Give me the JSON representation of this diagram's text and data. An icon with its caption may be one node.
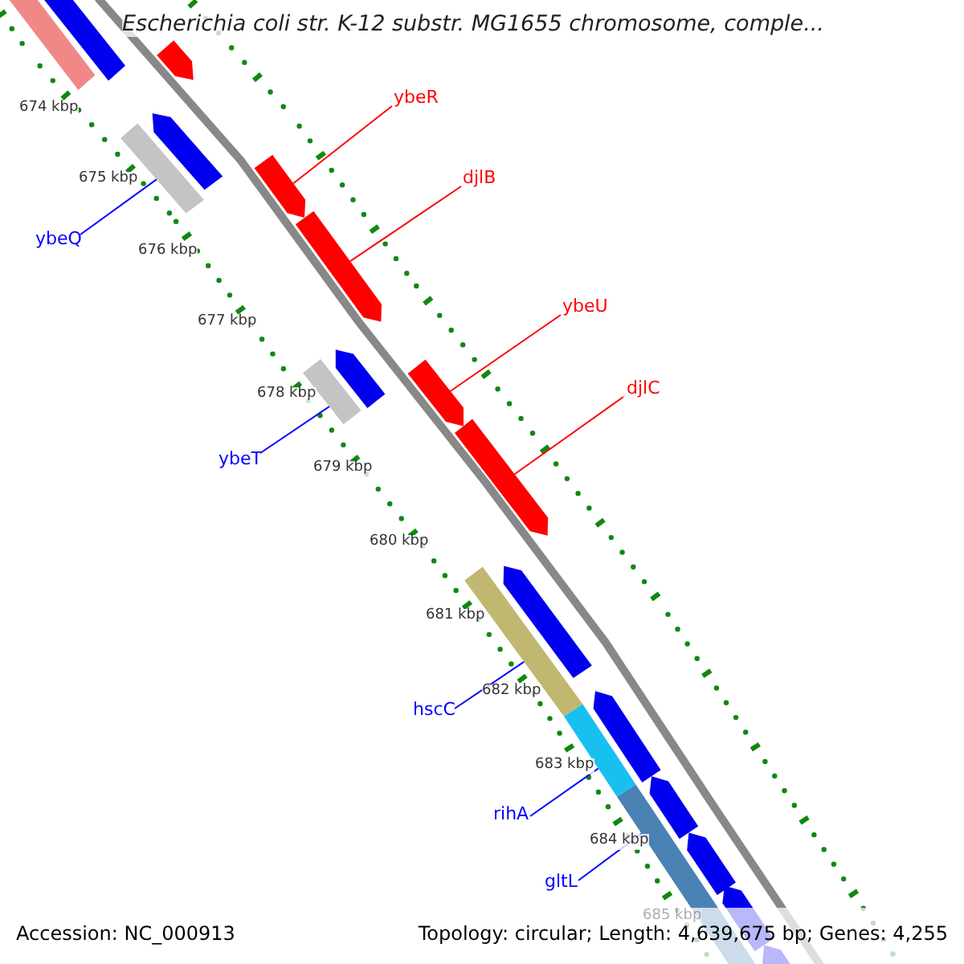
{
  "diagram": {
    "title": "Escherichia coli str. K-12 substr. MG1655 chromosome, comple...",
    "nodes": [
      {
        "text": [
          "ybeR"
        ]
      },
      {
        "text": [
          "djlB"
        ]
      },
      {
        "text": [
          "ybeQ"
        ]
      },
      {
        "text": [
          "ybeU"
        ]
      },
      {
        "text": [
          "djlC"
        ]
      },
      {
        "text": [
          "ybeT"
        ]
      },
      {
        "text": [
          "hscC"
        ]
      },
      {
        "text": [
          "rihA"
        ]
      },
      {
        "text": [
          "gltL"
        ]
      },
      {
        "text": [],
        "shape": "bar"
      },
      {
        "text": [],
        "shape": "bar"
      },
      {
        "text": [],
        "shape": "bar"
      },
      {
        "text": [],
        "shape": "bar"
      },
      {
        "text": [],
        "shape": "bar"
      },
      {
        "text": [],
        "shape": "bar"
      },
      {
        "text": [],
        "shape": "bar"
      },
      {
        "text": [],
        "shape": "bar"
      },
      {
        "text": [],
        "shape": "bar"
      }
    ],
    "edges": [
      {
        "from": 0,
        "to": 9,
        "arrow": "none",
        "color": "#ff0000"
      },
      {
        "from": 1,
        "to": 10,
        "arrow": "none",
        "color": "#ff0000"
      },
      {
        "from": 2,
        "to": 11,
        "arrow": "none"
      },
      {
        "from": 3,
        "to": 12,
        "arrow": "none",
        "color": "#ff0000"
      },
      {
        "from": 4,
        "to": 13,
        "arrow": "none",
        "color": "#ff0000"
      },
      {
        "from": 5,
        "to": 14,
        "arrow": "none"
      },
      {
        "from": 6,
        "to": 15,
        "arrow": "none"
      },
      {
        "from": 7,
        "to": 16,
        "arrow": "none"
      },
      {
        "from": 8,
        "to": 17,
        "arrow": "none"
      }
    ],
    "labels": [
      "674 kbp",
      "675 kbp",
      "676 kbp",
      "677 kbp",
      "678 kbp",
      "679 kbp",
      "680 kbp",
      "681 kbp",
      "682 kbp",
      "683 kbp",
      "684 kbp",
      "685 kbp",
      "Accession: NC_000913",
      "Topology: circular; Length: 4,639,675 bp; Genes: 4,255"
    ]
  }
}
